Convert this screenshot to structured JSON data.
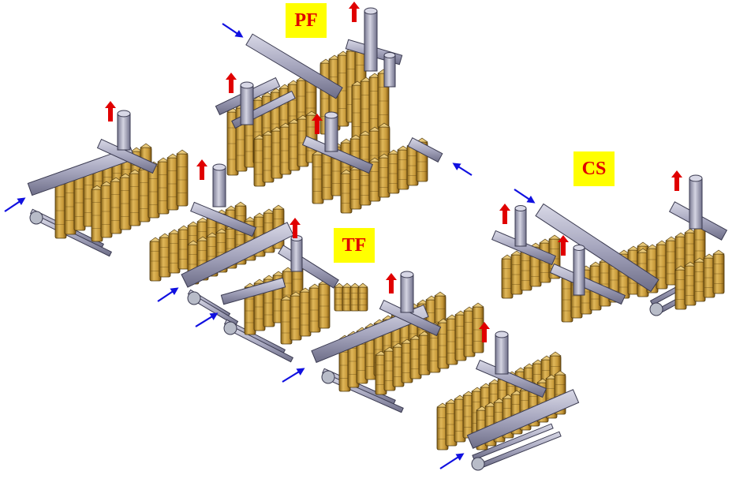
{
  "labels": {
    "pf": "PF",
    "tf": "TF",
    "cs": "CS"
  },
  "colors": {
    "label_bg": "#ffff00",
    "label_text": "#e00000",
    "inlet_arrow": "#1010e0",
    "outlet_arrow": "#e00000",
    "tank": "#c8a040",
    "pipe": "#a8a8c0",
    "frame": "#9aa0b0"
  }
}
